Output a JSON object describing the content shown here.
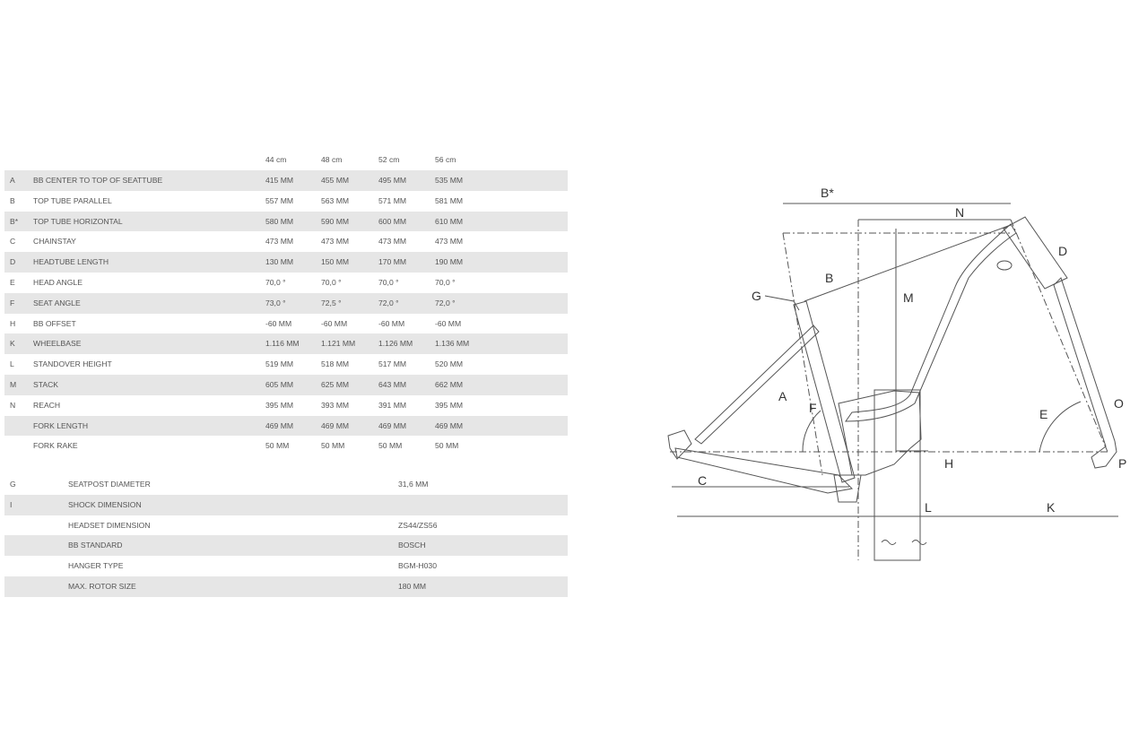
{
  "geometry": {
    "sizes": [
      "44 cm",
      "48 cm",
      "52 cm",
      "56 cm"
    ],
    "rows": [
      {
        "code": "A",
        "label": "BB CENTER TO TOP OF SEATTUBE",
        "values": [
          "415 MM",
          "455 MM",
          "495 MM",
          "535 MM"
        ]
      },
      {
        "code": "B",
        "label": "TOP TUBE PARALLEL",
        "values": [
          "557 MM",
          "563 MM",
          "571 MM",
          "581 MM"
        ]
      },
      {
        "code": "B*",
        "label": "TOP TUBE HORIZONTAL",
        "values": [
          "580 MM",
          "590 MM",
          "600 MM",
          "610 MM"
        ]
      },
      {
        "code": "C",
        "label": "CHAINSTAY",
        "values": [
          "473 MM",
          "473 MM",
          "473 MM",
          "473 MM"
        ]
      },
      {
        "code": "D",
        "label": "HEADTUBE LENGTH",
        "values": [
          "130 MM",
          "150 MM",
          "170 MM",
          "190 MM"
        ]
      },
      {
        "code": "E",
        "label": "HEAD ANGLE",
        "values": [
          "70,0 °",
          "70,0 °",
          "70,0 °",
          "70,0 °"
        ]
      },
      {
        "code": "F",
        "label": "SEAT ANGLE",
        "values": [
          "73,0 °",
          "72,5 °",
          "72,0 °",
          "72,0 °"
        ]
      },
      {
        "code": "H",
        "label": "BB OFFSET",
        "values": [
          "-60 MM",
          "-60 MM",
          "-60 MM",
          "-60 MM"
        ]
      },
      {
        "code": "K",
        "label": "WHEELBASE",
        "values": [
          "1.116 MM",
          "1.121 MM",
          "1.126 MM",
          "1.136 MM"
        ]
      },
      {
        "code": "L",
        "label": "STANDOVER HEIGHT",
        "values": [
          "519 MM",
          "518 MM",
          "517 MM",
          "520 MM"
        ]
      },
      {
        "code": "M",
        "label": "STACK",
        "values": [
          "605 MM",
          "625 MM",
          "643 MM",
          "662 MM"
        ]
      },
      {
        "code": "N",
        "label": "REACH",
        "values": [
          "395 MM",
          "393 MM",
          "391 MM",
          "395 MM"
        ]
      },
      {
        "code": "",
        "label": "FORK LENGTH",
        "values": [
          "469 MM",
          "469 MM",
          "469 MM",
          "469 MM"
        ]
      },
      {
        "code": "",
        "label": "FORK RAKE",
        "values": [
          "50 MM",
          "50 MM",
          "50 MM",
          "50 MM"
        ]
      }
    ]
  },
  "specs": {
    "rows": [
      {
        "code": "G",
        "label": "SEATPOST DIAMETER",
        "value": "31,6 MM"
      },
      {
        "code": "I",
        "label": "SHOCK DIMENSION",
        "value": ""
      },
      {
        "code": "",
        "label": "HEADSET DIMENSION",
        "value": "ZS44/ZS56"
      },
      {
        "code": "",
        "label": "BB STANDARD",
        "value": "BOSCH"
      },
      {
        "code": "",
        "label": "HANGER TYPE",
        "value": "BGM-H030"
      },
      {
        "code": "",
        "label": "MAX. ROTOR SIZE",
        "value": "180 MM"
      }
    ]
  },
  "diagram": {
    "labels": {
      "b_star": "B*",
      "n": "N",
      "d": "D",
      "b": "B",
      "g": "G",
      "m": "M",
      "a": "A",
      "f": "F",
      "e": "E",
      "o": "O",
      "h": "H",
      "p": "P",
      "c": "C",
      "l": "L",
      "k": "K"
    },
    "line_color": "#555555"
  }
}
